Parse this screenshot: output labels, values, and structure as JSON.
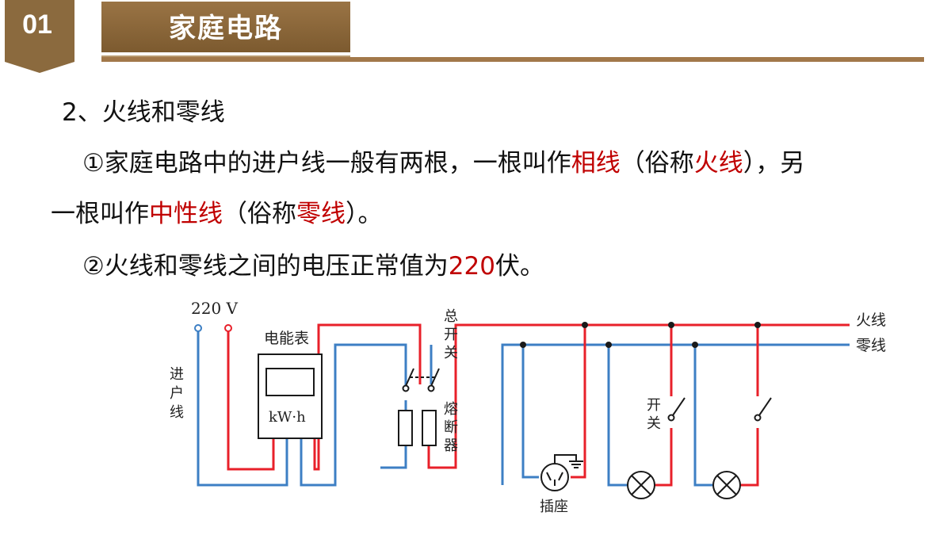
{
  "header": {
    "number": "01",
    "title": "家庭电路"
  },
  "content": {
    "heading": "2、火线和零线",
    "p1": {
      "t1": "①家庭电路中的进户线一般有两根，一根叫作",
      "h1": "相线",
      "t2": "（俗称",
      "h2": "火线",
      "t3": "），另",
      "t4": "一根叫作",
      "h3": "中性线",
      "t5": "（俗称",
      "h4": "零线",
      "t6": "）。"
    },
    "p2": {
      "t1": "②火线和零线之间的电压正常值为",
      "h1": "220",
      "t2": "伏。"
    }
  },
  "diagram": {
    "voltage": "220 V",
    "entry_label": [
      "进",
      "户",
      "线"
    ],
    "meter_label": "电能表",
    "meter_unit": "kW·h",
    "main_switch_label": [
      "总",
      "开",
      "关"
    ],
    "fuse_label": [
      "熔",
      "断",
      "器"
    ],
    "switch_label": [
      "开",
      "关"
    ],
    "socket_label": "插座",
    "live_label": "火线",
    "neutral_label": "零线",
    "colors": {
      "live": "#e8202a",
      "neutral": "#3d7fc4"
    }
  }
}
